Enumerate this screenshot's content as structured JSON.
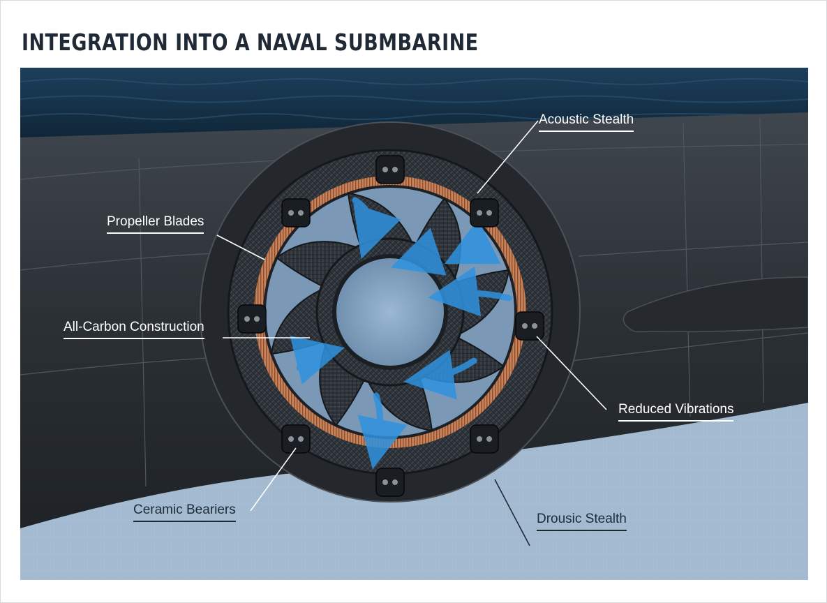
{
  "title": "INTEGRATION INTO A NAVAL SUBMBARINE",
  "labels": {
    "acoustic_stealth": "Acoustic Stealth",
    "propeller_blades": "Propeller Blades",
    "all_carbon": "All-Carbon Construction",
    "reduced_vibrations": "Reduced Vibrations",
    "ceramic_bearings": "Ceramic Beariers",
    "drousic_stealth": "Drousic Stealth"
  },
  "colors": {
    "sea_surface": "#16324a",
    "hull": "#2b3035",
    "water_below": "#9db5cd",
    "copper_coil": "#c9825a",
    "flow_arrow": "#2f93e0"
  }
}
